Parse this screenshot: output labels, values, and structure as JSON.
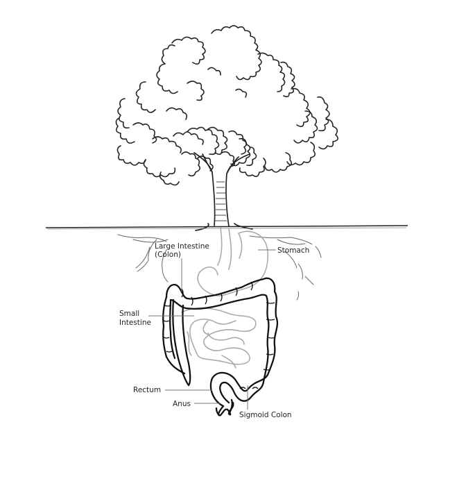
{
  "labels": {
    "large_intestine": "Large Intestine",
    "colon": "(Colon)",
    "stomach": "Stomach",
    "small": "Small",
    "intestine": "Intestine",
    "rectum": "Rectum",
    "anus": "Anus",
    "sigmoid_colon": "Sigmoid Colon"
  },
  "colors": {
    "ink": "#111111",
    "gray_organ": "#aaaaaa",
    "leader": "#777777"
  }
}
